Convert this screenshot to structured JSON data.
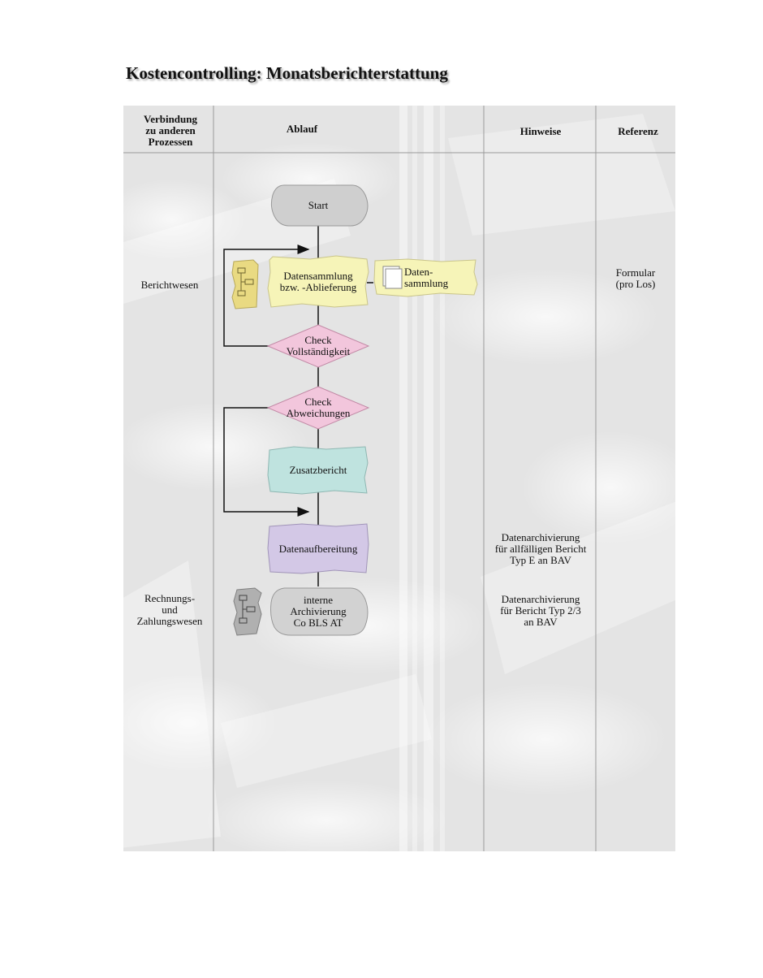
{
  "title": "Kostencontrolling: Monatsberichterstattung",
  "columns": {
    "verbindung": "Verbindung\nzu anderen\nProzessen",
    "ablauf": "Ablauf",
    "hinweise": "Hinweise",
    "referenz": "Referenz"
  },
  "verbindung": {
    "berichtwesen": "Berichtwesen",
    "rechnungswesen": "Rechnungs-\nund\nZahlungswesen"
  },
  "nodes": {
    "start": "Start",
    "datensammlung": "Datensammlung\nbzw. -Ablieferung",
    "datensammlung_doc": "Daten-\nsammlung",
    "check_vollstaendigkeit": "Check\nVollständigkeit",
    "check_abweichungen": "Check\nAbweichungen",
    "zusatzbericht": "Zusatzbericht",
    "datenaufbereitung": "Datenaufbereitung",
    "archivierung": "interne\nArchivierung\nCo BLS AT"
  },
  "hinweise": {
    "note_1": "Datenarchivierung\nfür allfälligen Bericht\nTyp E an BAV",
    "note_2": "Datenarchivierung\nfür Bericht Typ 2/3\nan BAV"
  },
  "referenz": {
    "formular": "Formular\n(pro Los)"
  },
  "colors": {
    "start_fill": "#cfcfcf",
    "datensammlung_fill": "#f6f4b8",
    "check_fill": "#f2c6dc",
    "zusatzbericht_fill": "#bfe3df",
    "datenaufbereitung_fill": "#d3c8e6",
    "archivierung_fill": "#d2d2d2",
    "subprocess_yellow": "#e9da82",
    "subprocess_gray": "#b0b0b0",
    "line": "#111111"
  }
}
